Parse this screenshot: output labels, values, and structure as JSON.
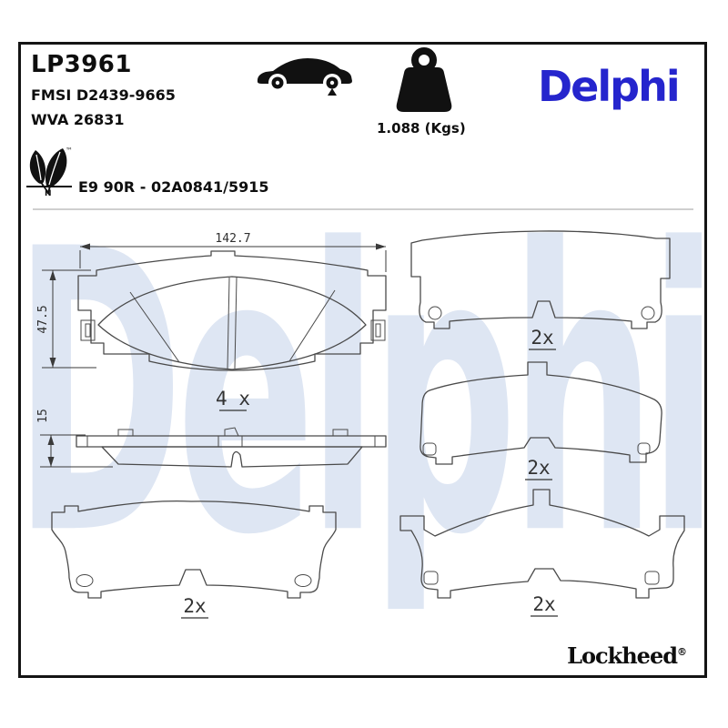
{
  "header": {
    "part_number": "LP3961",
    "fmsi_code": "FMSI D2439-9665",
    "wva_code": "WVA 26831",
    "weight": "1.088 (Kgs)",
    "brand_logo": "Delphi",
    "eco_trademark": "™",
    "eco_letter": "N",
    "homologation": "E9 90R - 02A0841/5915",
    "icons": {
      "car": "car-silhouette-icon",
      "weight": "weight-kettlebell-icon",
      "leaf": "leaf-eco-icon"
    }
  },
  "watermark_text": "Delphi",
  "drawings": {
    "front_view": {
      "dim_width": "142.7",
      "dim_height": "47.5",
      "quantity": "4 x"
    },
    "side_view": {
      "dim_thickness": "15"
    },
    "shape_top_right": {
      "quantity": "2x"
    },
    "shape_middle_right": {
      "quantity": "2x"
    },
    "shape_bottom_left": {
      "quantity": "2x"
    },
    "shape_bottom_right": {
      "quantity": "2x"
    }
  },
  "footer": {
    "brand": "Lockheed",
    "registered_mark": "®"
  },
  "colors": {
    "brand_blue": "#2525cd",
    "watermark_blue": "#dee6f3",
    "pad_fill": "#c9cdd6",
    "outline": "#4a4a4a"
  }
}
